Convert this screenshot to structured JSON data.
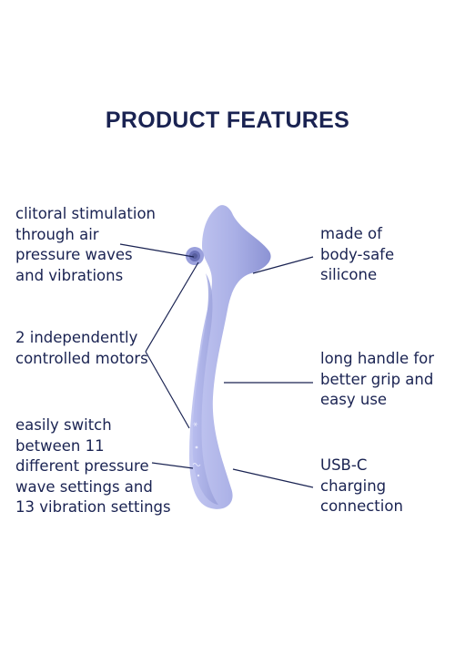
{
  "title": "PRODUCT FEATURES",
  "features": [
    {
      "lines": [
        "clitoral stimulation",
        "through air",
        "pressure waves",
        "and vibrations"
      ]
    },
    {
      "lines": [
        "2 independently",
        "controlled motors"
      ]
    },
    {
      "lines": [
        "easily switch",
        "between 11",
        "different pressure",
        "wave settings and",
        "13 vibration settings"
      ]
    },
    {
      "lines": [
        "made of",
        "body-safe",
        "silicone"
      ]
    },
    {
      "lines": [
        "long handle for",
        "better grip and",
        "easy use"
      ]
    },
    {
      "lines": [
        "USB-C",
        "charging",
        "connection"
      ]
    }
  ],
  "colors": {
    "text": "#1a2352",
    "product": "#aab0e6",
    "product_shadow": "#8c93d4",
    "leader_line": "#1a2352"
  }
}
